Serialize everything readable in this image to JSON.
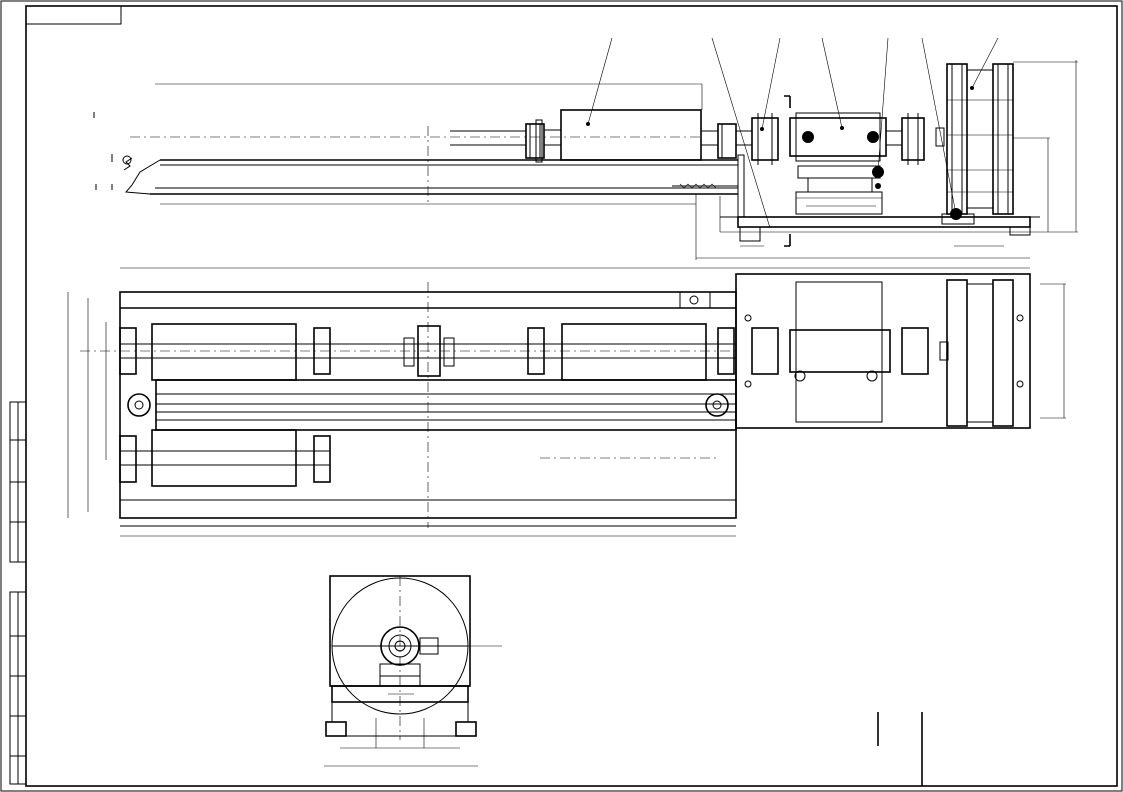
{
  "drawing": {
    "title": "",
    "views": [
      "front-elevation",
      "plan-view",
      "end-view"
    ],
    "colors": {
      "line": "#000000",
      "paper": "#ffffff"
    },
    "title_block": {
      "visible": true
    }
  }
}
